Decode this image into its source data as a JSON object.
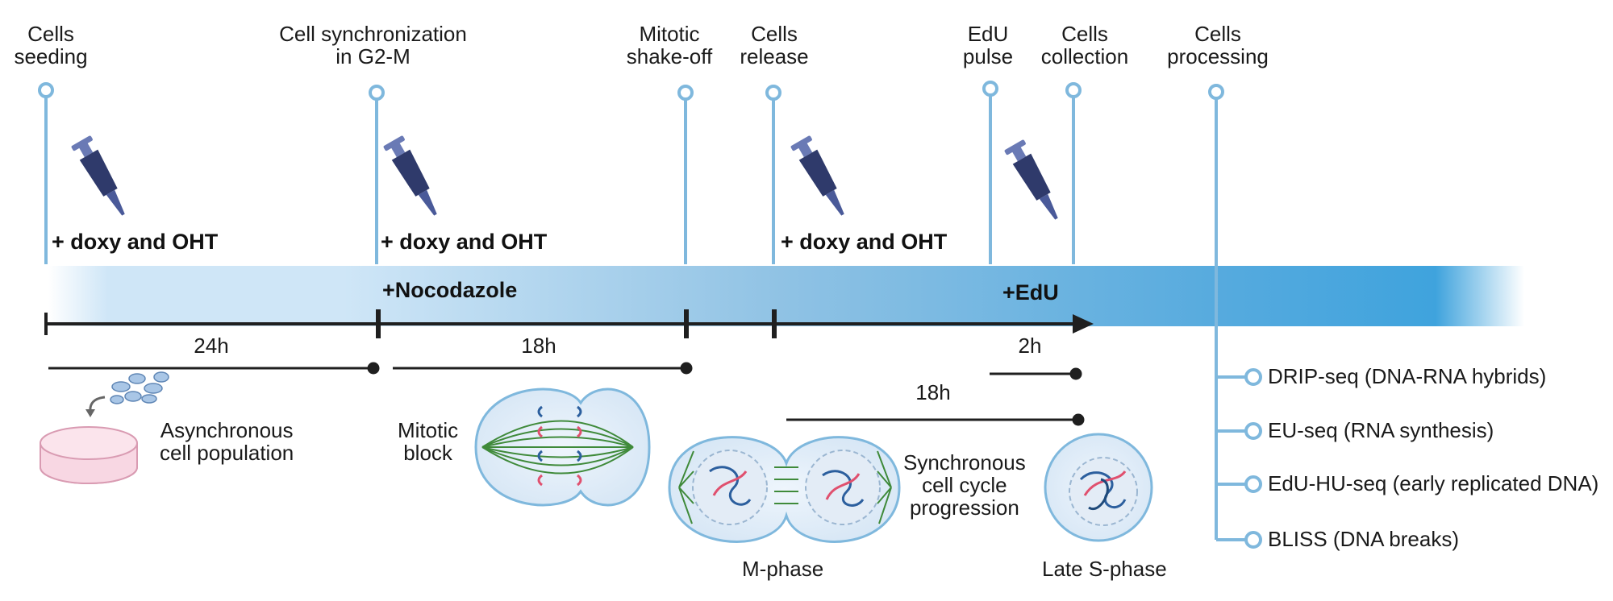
{
  "timepoints": [
    {
      "line1": "Cells",
      "line2": "seeding"
    },
    {
      "line1": "Cell synchronization",
      "line2": "in G2-M"
    },
    {
      "line1": "Mitotic",
      "line2": "shake-off"
    },
    {
      "line1": "Cells",
      "line2": "release"
    },
    {
      "line1": "EdU",
      "line2": "pulse"
    },
    {
      "line1": "Cells",
      "line2": "collection"
    },
    {
      "line1": "Cells",
      "line2": "processing"
    }
  ],
  "treatments": {
    "doxy_oht": "+ doxy and OHT",
    "nocodazole": "+Nocodazole",
    "edu": "+EdU"
  },
  "durations": {
    "d24h": "24h",
    "d18h_block": "18h",
    "d2h": "2h",
    "d18h_release": "18h"
  },
  "stages": {
    "async_line1": "Asynchronous",
    "async_line2": "cell population",
    "block_line1": "Mitotic",
    "block_line2": "block",
    "sync_line1": "Synchronous",
    "sync_line2": "cell cycle",
    "sync_line3": "progression",
    "mphase": "M-phase",
    "late_s": "Late S-phase"
  },
  "outputs": [
    "DRIP-seq (DNA-RNA hybrids)",
    "EU-seq (RNA synthesis)",
    "EdU-HU-seq (early replicated DNA)",
    "BLISS (DNA breaks)"
  ],
  "colors": {
    "timeline_blue": "#7fb8dd",
    "band_light": "#cfe6f7",
    "band_dark": "#3fa3dd",
    "pipette": "#2f3a6b",
    "dish_pink": "#f5c6d6",
    "spindle_green": "#3f8a3a",
    "chromosome_red": "#e0506e",
    "chromosome_blue": "#2c5f9e"
  }
}
